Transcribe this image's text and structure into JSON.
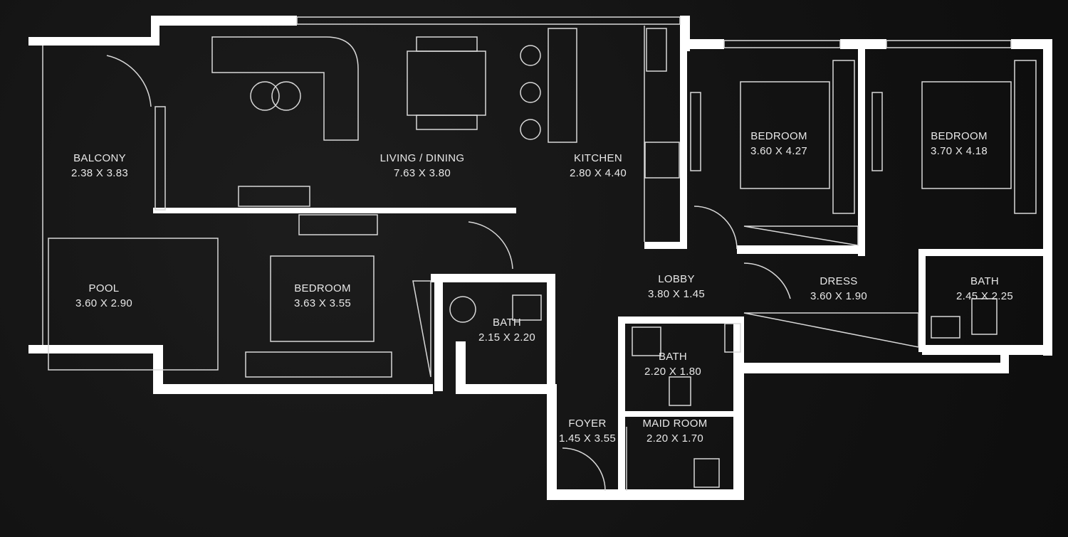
{
  "rooms": [
    {
      "name": "BALCONY",
      "dims": "2.38 X 3.83"
    },
    {
      "name": "LIVING / DINING",
      "dims": "7.63 X 3.80"
    },
    {
      "name": "KITCHEN",
      "dims": "2.80 X 4.40"
    },
    {
      "name": "BEDROOM",
      "dims": "3.60 X 4.27"
    },
    {
      "name": "BEDROOM",
      "dims": "3.70 X 4.18"
    },
    {
      "name": "POOL",
      "dims": "3.60 X 2.90"
    },
    {
      "name": "BEDROOM",
      "dims": "3.63 X 3.55"
    },
    {
      "name": "BATH",
      "dims": "2.15 X 2.20"
    },
    {
      "name": "LOBBY",
      "dims": "3.80 X 1.45"
    },
    {
      "name": "DRESS",
      "dims": "3.60 X 1.90"
    },
    {
      "name": "BATH",
      "dims": "2.45 X 2.25"
    },
    {
      "name": "BATH",
      "dims": "2.20 X 1.80"
    },
    {
      "name": "FOYER",
      "dims": "1.45 X 3.55"
    },
    {
      "name": "MAID ROOM",
      "dims": "2.20 X 1.70"
    }
  ],
  "colors": {
    "wall": "#ffffff",
    "line": "#cfcfcf",
    "background": "#141414"
  }
}
